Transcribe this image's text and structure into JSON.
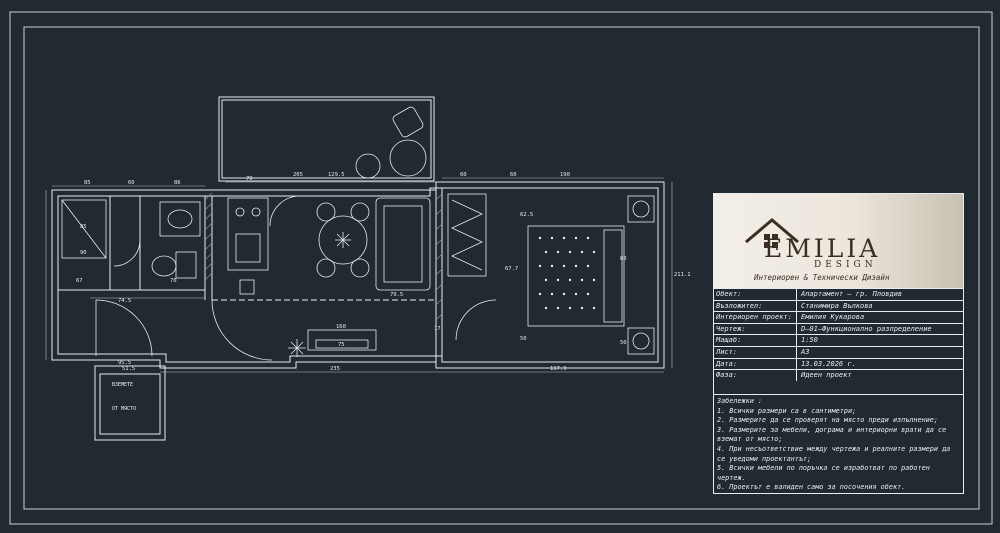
{
  "drawing": {
    "dimensions": {
      "top_bath": [
        "85",
        "60",
        "86"
      ],
      "top_kitchen": [
        "70",
        "205",
        "129.5"
      ],
      "top_bed": [
        "60",
        "60",
        "190"
      ],
      "left_bath": [
        "85",
        "90",
        "67"
      ],
      "inner": [
        "74.5",
        "70",
        "79.5",
        "67.7",
        "50"
      ],
      "bottom": [
        "51.5",
        "235",
        "117.9"
      ],
      "right_bed": [
        "62.5",
        "80",
        "50",
        "211.1"
      ],
      "misc": [
        "160",
        "75",
        "17",
        "95.5"
      ]
    },
    "furniture_text": [
      "ВЗЕМЕТЕ",
      "ОТ МЯСТО"
    ]
  },
  "titleblock": {
    "logo": {
      "brand": "EMILIA",
      "brand_sub": "DESIGN",
      "tagline": "Интериорен & Технически Дизайн"
    },
    "rows": [
      {
        "label": "Обект:",
        "value": "Апартамент – гр. Пловдив"
      },
      {
        "label": "Възложител:",
        "value": "Станимира Вълкова"
      },
      {
        "label": "Интериорен проект:",
        "value": "Емилия Кукарова"
      },
      {
        "label": "Чертеж:",
        "value": "D–01–Функционално разпределение"
      },
      {
        "label": "Мащаб:",
        "value": "1:50"
      },
      {
        "label": "Лист:",
        "value": "A3"
      },
      {
        "label": "Дата:",
        "value": "13.03.2026 г."
      },
      {
        "label": "Фаза:",
        "value": "Идеен проект"
      }
    ],
    "notes_title": "Забележки :",
    "notes": [
      "1. Всички размери са в сантиметри;",
      "2. Размерите да се проверят на място преди изпълнение;",
      "3. Размерите за мебели, дограма и интериорни врати да се вземат от място;",
      "4. При несъответствие между чертежа и реалните размери да се уведоми проектантът;",
      "5. Всички мебели по поръчка се изработват по работен чертеж.",
      "6. Проектът е валиден само за посочения обект."
    ]
  },
  "colors": {
    "background": "#212a31",
    "line": "#e8ecef",
    "frame": "#c8d0d6"
  }
}
